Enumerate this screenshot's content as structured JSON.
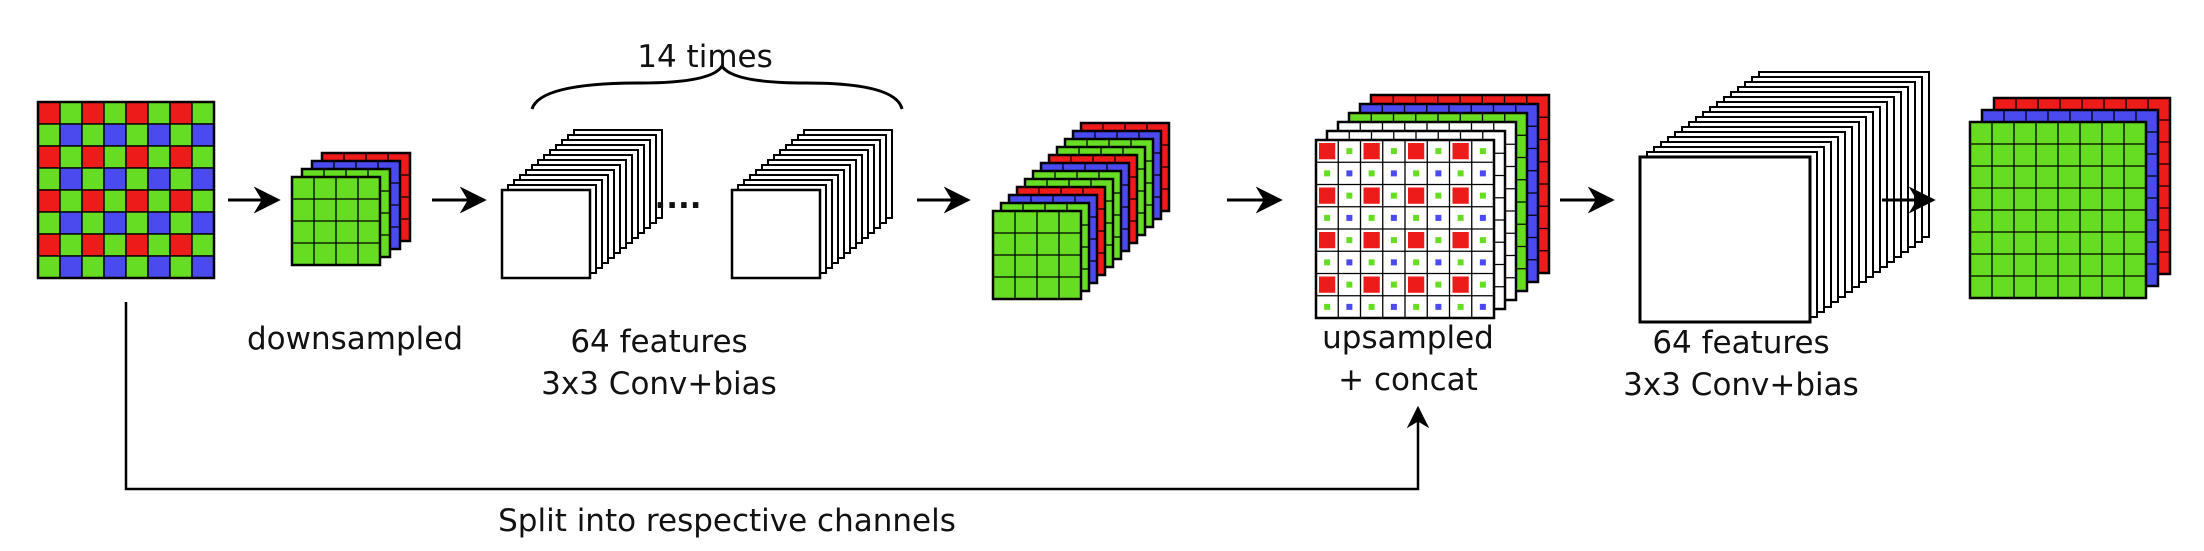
{
  "labels": {
    "times": "14 times",
    "downsampled": "downsampled",
    "conv1_line1": "64 features",
    "conv1_line2": "3x3 Conv+bias",
    "ellipsis": "....",
    "upsampled_line1": "upsampled",
    "upsampled_line2": "+ concat",
    "conv2_line1": "64 features",
    "conv2_line2": "3x3 Conv+bias",
    "split": "Split into respective channels"
  },
  "colors": {
    "red": "#ee1b1b",
    "green": "#66dd22",
    "blue": "#4a4aee",
    "white": "#ffffff",
    "black": "#000000"
  },
  "bayer_pattern": [
    [
      "red",
      "green",
      "red",
      "green",
      "red",
      "green",
      "red",
      "green"
    ],
    [
      "green",
      "blue",
      "green",
      "blue",
      "green",
      "blue",
      "green",
      "blue"
    ]
  ],
  "downsampled_channels": [
    "red",
    "blue",
    "green",
    "green"
  ],
  "stack_channels": [
    "red",
    "blue",
    "green",
    "green"
  ],
  "stack_repeat": 3,
  "output_channels": [
    "red",
    "blue",
    "green"
  ]
}
